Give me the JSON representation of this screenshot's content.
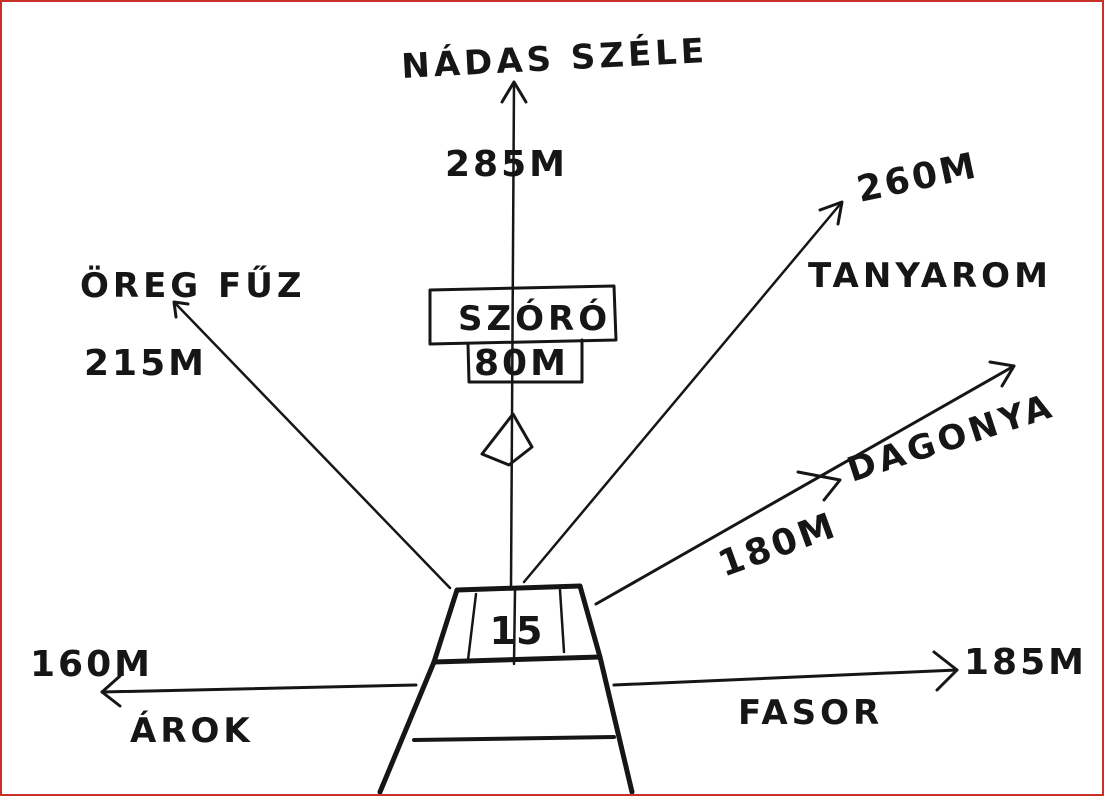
{
  "center": {
    "number": "15"
  },
  "marker": {
    "label": "SZÓRÓ",
    "distance": "80M"
  },
  "directions": {
    "north": {
      "label": "NÁDAS SZÉLE",
      "distance": "285M"
    },
    "northwest": {
      "label": "ÖREG FŰZ",
      "distance": "215M"
    },
    "northeast": {
      "label": "TANYAROM",
      "distance": "260M"
    },
    "east_upper": {
      "label": "DAGONYA",
      "distance": "180M"
    },
    "east": {
      "label": "FASOR",
      "distance": "185M"
    },
    "west": {
      "label": "ÁROK",
      "distance": "160M"
    }
  },
  "colors": {
    "ink": "#161616",
    "frame": "#c9302c",
    "paper": "#ffffff"
  }
}
